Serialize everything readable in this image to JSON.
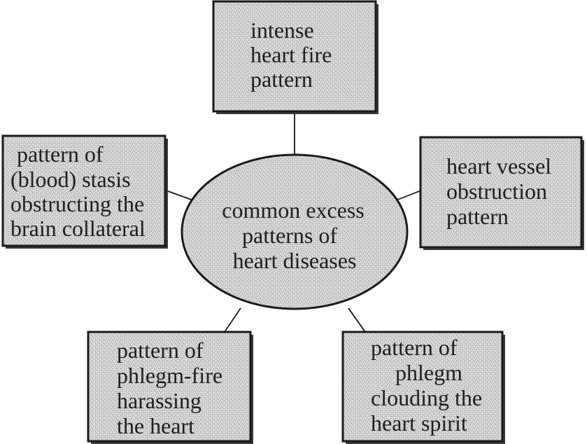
{
  "center": {
    "lines": [
      "common excess",
      "patterns of",
      "heart diseases"
    ]
  },
  "nodes": [
    {
      "id": "top",
      "lines": [
        "intense",
        "heart fire",
        "pattern"
      ]
    },
    {
      "id": "left",
      "lines": [
        "pattern of",
        "(blood) stasis",
        "obstructing the",
        "brain collateral"
      ]
    },
    {
      "id": "right",
      "lines": [
        "heart vessel",
        "obstruction",
        "pattern"
      ]
    },
    {
      "id": "bottom-left",
      "lines": [
        "pattern of",
        "phlegm-fire",
        "harassing",
        "the heart"
      ]
    },
    {
      "id": "bottom-right",
      "lines": [
        "pattern of",
        "phlegm",
        "clouding the",
        "heart spirit"
      ]
    }
  ],
  "colors": {
    "fill": "#d2d2d2",
    "stroke": "#1a1a1a",
    "text": "#1e1e1e"
  }
}
